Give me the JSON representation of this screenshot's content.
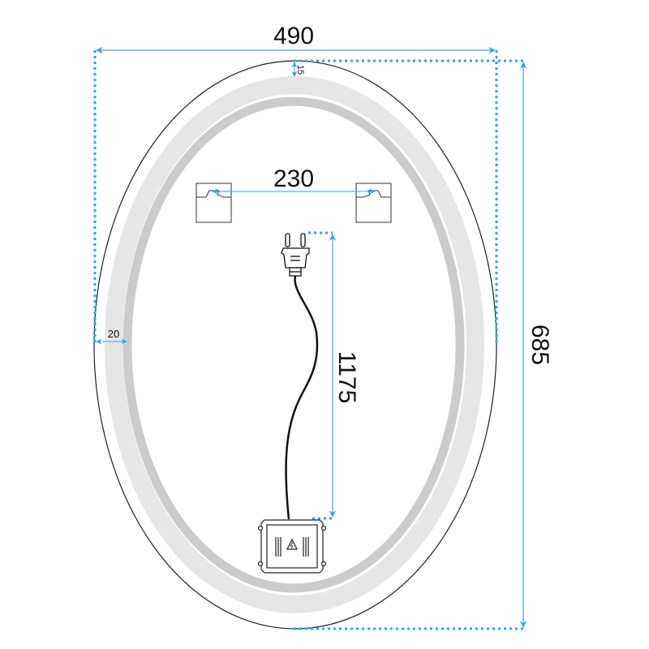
{
  "dimensions": {
    "width": "490",
    "height": "685",
    "top_margin": "15",
    "led_band_width": "20",
    "hook_spacing": "230",
    "cable_length": "1175"
  },
  "colors": {
    "dimension_line": "#29a9e0",
    "led_band_light": "#e6e6e6",
    "led_band_dark": "#cccccc",
    "outline": "#222222"
  }
}
